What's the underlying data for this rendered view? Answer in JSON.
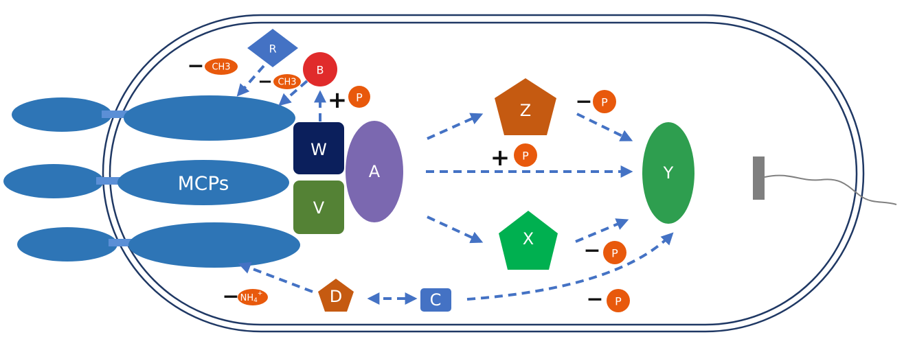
{
  "colors": {
    "membrane": "#1F3864",
    "receptor": "#2E75B6",
    "arrow": "#4472C4",
    "R": "#4472C4",
    "B": "#E02B2B",
    "W": "#0B1F5C",
    "V": "#548235",
    "A": "#7B68B0",
    "Z": "#C55A11",
    "X": "#00B050",
    "Y": "#2E9E4F",
    "D": "#C55A11",
    "C": "#4472C4",
    "modification": "#E8590C",
    "flagellum_motor": "#7F7F7F",
    "flagellum": "#808080"
  },
  "nodes": {
    "R": "R",
    "B": "B",
    "W": "W",
    "V": "V",
    "A": "A",
    "Z": "Z",
    "X": "X",
    "Y": "Y",
    "D": "D",
    "C": "C",
    "MCPs": "MCPs"
  },
  "modifications": {
    "ch3_left": {
      "sign": "−",
      "label": "CH3"
    },
    "ch3_b": {
      "sign": "−",
      "label": "CH3"
    },
    "p_b": {
      "sign": "+",
      "label": "P"
    },
    "p_z": {
      "sign": "−",
      "label": "P"
    },
    "p_a": {
      "sign": "+",
      "label": "P"
    },
    "p_x": {
      "sign": "−",
      "label": "P"
    },
    "p_c": {
      "sign": "−",
      "label": "P"
    },
    "nh4": {
      "sign": "−",
      "label": "NH",
      "sub": "4",
      "sup": "+"
    }
  }
}
